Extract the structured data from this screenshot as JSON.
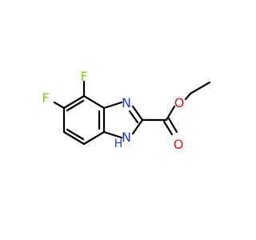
{
  "colors": {
    "bond": "#000000",
    "fluorine": "#7ED321",
    "nitrogen": "#1F3BE0",
    "oxygen": "#E3171E",
    "background": "#FFFFFF"
  },
  "atoms": {
    "f_top": "F",
    "f_left": "F",
    "n_imine": "N",
    "n_amine": "N",
    "n_amine_h": "H",
    "o_ester": "O",
    "o_carbonyl": "O"
  }
}
